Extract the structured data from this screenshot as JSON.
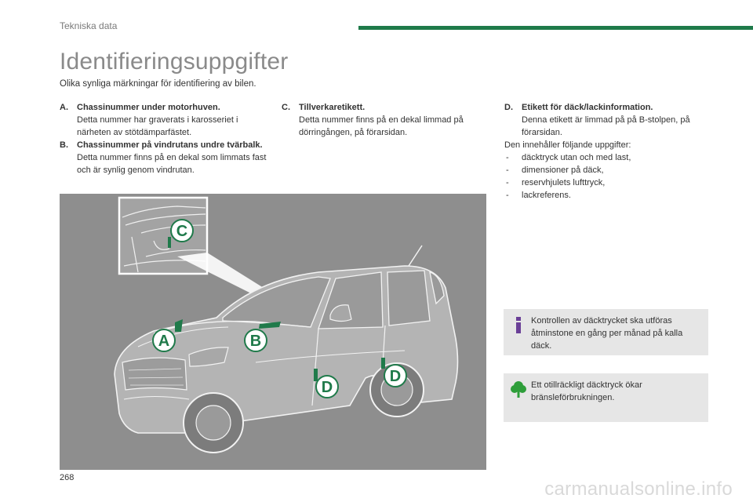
{
  "header": {
    "section": "Tekniska data",
    "accent_color": "#1f7a4a"
  },
  "title": "Identifieringsuppgifter",
  "intro": "Olika synliga märkningar för identifiering av bilen.",
  "columns": {
    "a": {
      "letter": "A.",
      "heading": "Chassinummer under motorhuven.",
      "text": "Detta nummer har graverats i karosseriet i närheten av stötdämparfästet."
    },
    "b": {
      "letter": "B.",
      "heading": "Chassinummer på vindrutans undre tvärbalk.",
      "text": "Detta nummer finns på en dekal som limmats fast och är synlig genom vindrutan."
    },
    "c": {
      "letter": "C.",
      "heading": "Tillverkaretikett.",
      "text": "Detta nummer finns på en dekal limmad på dörringången, på förarsidan."
    },
    "d": {
      "letter": "D.",
      "heading": "Etikett för däck/lackinformation.",
      "text": "Denna etikett är limmad på på B-stolpen, på förarsidan."
    },
    "d_intro": "Den innehåller följande uppgifter:",
    "d_list": [
      "däcktryck utan och med last,",
      "dimensioner på däck,",
      "reservhjulets lufttryck,",
      "lackreferens."
    ]
  },
  "figure": {
    "labels": {
      "a": "A",
      "b": "B",
      "c": "C",
      "d": "D"
    }
  },
  "info_boxes": {
    "info": {
      "icon": "info-icon",
      "text": "Kontrollen av däcktrycket ska utföras åtminstone en gång per månad på kalla däck."
    },
    "eco": {
      "icon": "tree-icon",
      "text": "Ett otillräckligt däcktryck ökar bränsleförbrukningen."
    }
  },
  "page_number": "268",
  "watermark": "carmanualsonline.info"
}
